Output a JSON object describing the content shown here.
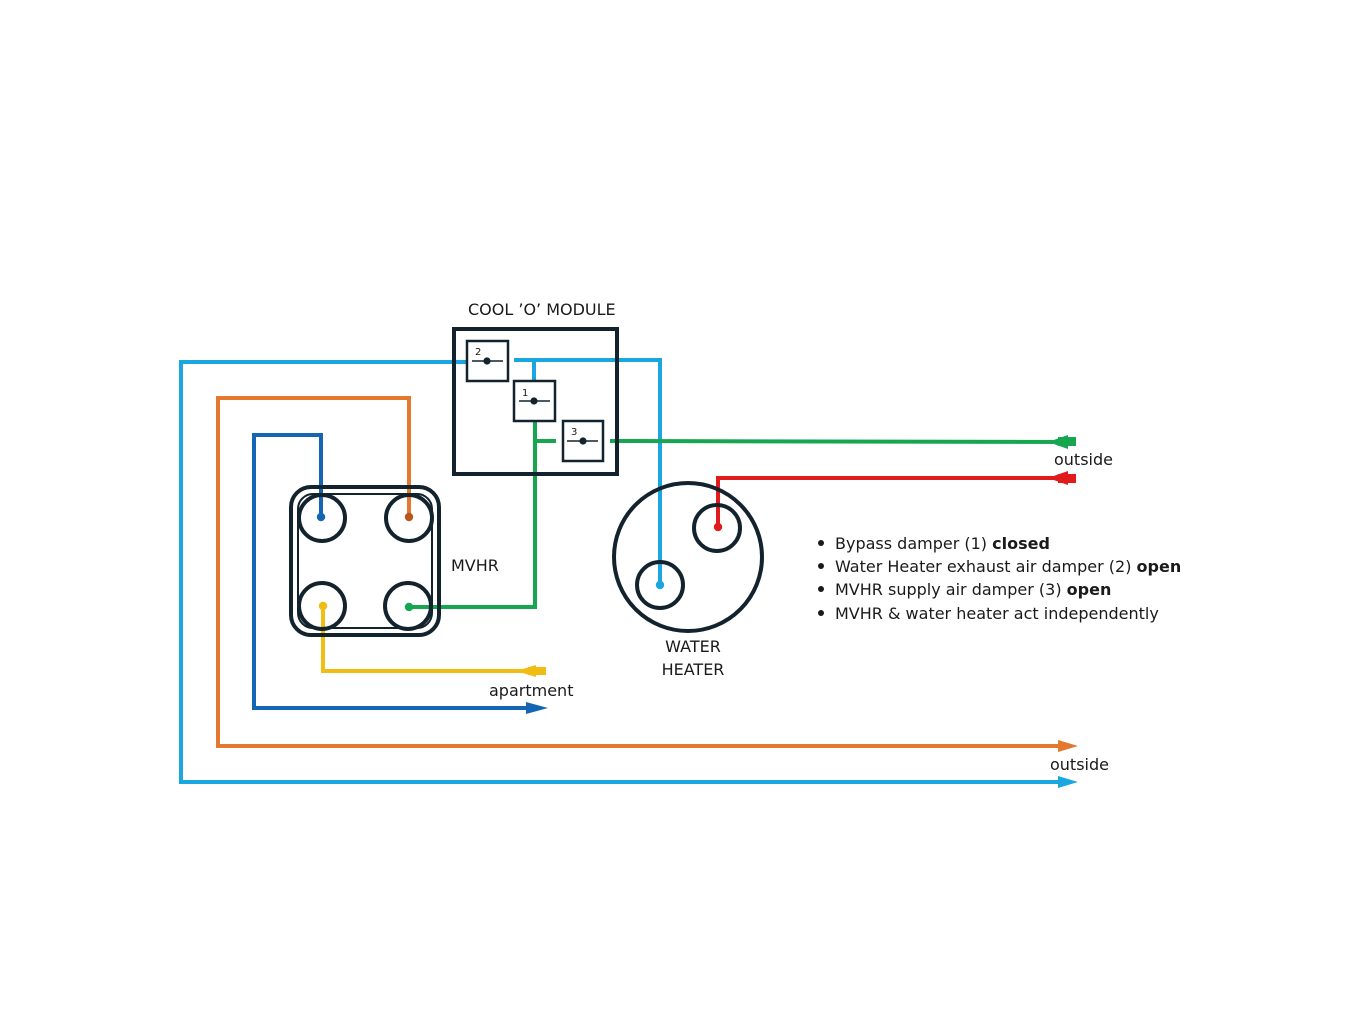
{
  "labels": {
    "module_title": "COOL ’O’ MODULE",
    "mvhr": "MVHR",
    "water_heater_line1": "WATER",
    "water_heater_line2": "HEATER",
    "apartment": "apartment",
    "outside_top": "outside",
    "outside_bottom": "outside"
  },
  "dampers": [
    {
      "number": "2",
      "name": "Water Heater exhaust air damper"
    },
    {
      "number": "1",
      "name": "Bypass damper"
    },
    {
      "number": "3",
      "name": "MVHR supply air damper"
    }
  ],
  "notes": [
    {
      "text": "Bypass damper (1) ",
      "status": "closed"
    },
    {
      "text": "Water Heater exhaust air damper (2) ",
      "status": "open"
    },
    {
      "text": "MVHR supply air damper (3) ",
      "status": "open"
    },
    {
      "text": "MVHR & water heater act independently",
      "status": ""
    }
  ],
  "colors": {
    "light_blue": "#1aa7e0",
    "orange": "#e4782f",
    "dark_blue": "#1565b5",
    "green": "#17a650",
    "red": "#e11b1b",
    "yellow": "#f2bd13",
    "outline": "#13232e",
    "brown_dot": "#b8571d"
  }
}
